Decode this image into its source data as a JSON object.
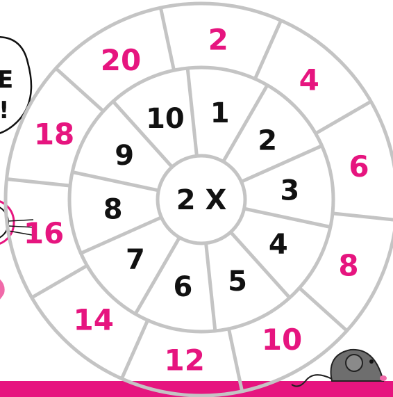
{
  "wheel": {
    "center_label": "2 X",
    "inner_numbers": [
      "1",
      "2",
      "3",
      "4",
      "5",
      "6",
      "7",
      "8",
      "9",
      "10"
    ],
    "outer_numbers": [
      "2",
      "4",
      "6",
      "8",
      "10",
      "12",
      "14",
      "16",
      "18",
      "20"
    ],
    "line_color": "#c4c4c4",
    "answer_color": "#e6157f",
    "text_color": "#111111"
  },
  "speech_bubble": {
    "lines": [
      "E",
      "!"
    ]
  },
  "decor": {
    "cat_icon": "cat-peeking-icon",
    "mouse_icon": "gray-mouse-icon",
    "footer_bar_color": "#e6157f",
    "mouse_color": "#6e6e6e"
  }
}
